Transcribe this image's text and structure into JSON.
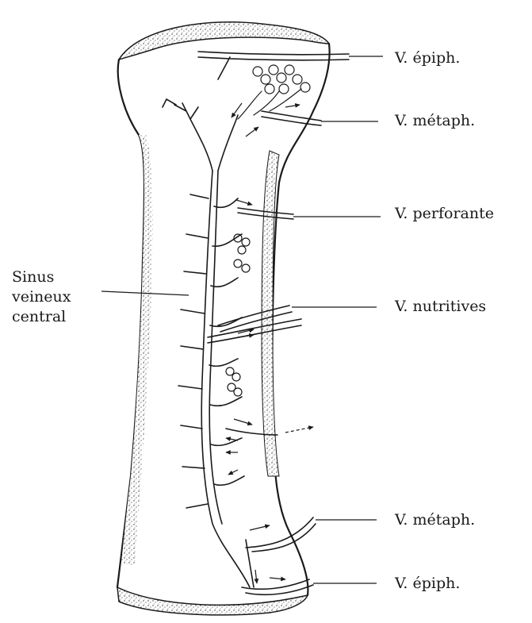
{
  "labels": {
    "epiph_top": "V. épiph.",
    "metaph_top": "V. métaph.",
    "perforante": "V. perforante",
    "nutritives": "V. nutritives",
    "metaph_bottom": "V. métaph.",
    "epiph_bottom": "V. épiph.",
    "sinus_line1": "Sinus",
    "sinus_line2": "veineux",
    "sinus_line3": "central"
  },
  "colors": {
    "ink": "#1a1a1a",
    "paper": "#ffffff"
  }
}
